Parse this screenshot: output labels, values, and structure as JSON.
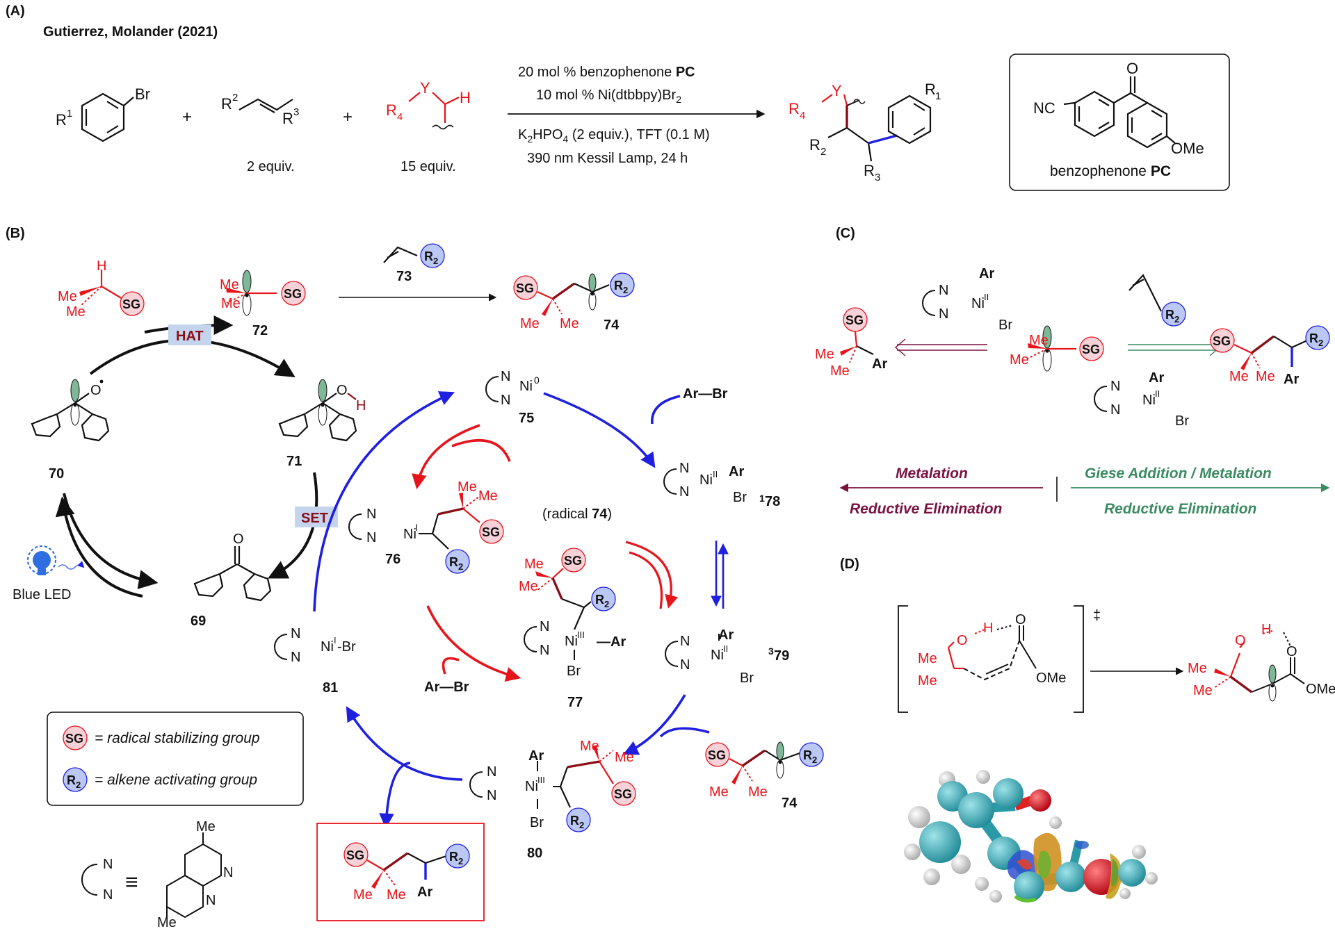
{
  "colors": {
    "red": "#e8141b",
    "blue": "#1f1fe0",
    "dark_red": "#8b0d16",
    "magenta": "#7a1140",
    "green": "#3a8a62",
    "sg_fill": "#f6d2d8",
    "r2_fill": "#bcc8f4",
    "orbital": "#7fb896"
  },
  "panel_a": {
    "label": "(A)",
    "citation": "Gutierrez, Molander (2021)",
    "aryl": {
      "sub": "R",
      "sup": "1",
      "br": "Br"
    },
    "plus": "+",
    "alkene": {
      "r2": "R",
      "r2sup": "2",
      "r3": "R",
      "r3sup": "3",
      "equiv": "2 equiv."
    },
    "hat_donor": {
      "r4": "R",
      "r4sub": "4",
      "y": "Y",
      "h": "H",
      "equiv": "15 equiv."
    },
    "conditions": {
      "line1_pre": "20 mol % benzophenone ",
      "line1_bold": "PC",
      "line2_pre": "10 mol % Ni(dtbbpy)Br",
      "line2_sub": "2",
      "line3_a": "K",
      "line3_sub1": "2",
      "line3_b": "HPO",
      "line3_sub2": "4",
      "line3_c": " (2 equiv.), TFT (0.1 M)",
      "line4": "390 nm Kessil Lamp, 24 h"
    },
    "product": {
      "r4": "R",
      "r4sub": "4",
      "y": "Y",
      "r1": "R",
      "r1sub": "1",
      "r2": "R",
      "r2sub": "2",
      "r3": "R",
      "r3sub": "3"
    },
    "pc_box": {
      "nc": "NC",
      "o": "O",
      "ome": "OMe",
      "caption_pre": "benzophenone ",
      "caption_bold": "PC"
    }
  },
  "panel_b": {
    "label": "(B)",
    "hat": "HAT",
    "set": "SET",
    "blue_led": "Blue LED",
    "sg": "SG",
    "r2": "R",
    "r2sub": "2",
    "me": "Me",
    "h": "H",
    "o": "O",
    "n": "N",
    "ni": "Ni",
    "ar": "Ar",
    "br": "Br",
    "arbr": "Ar—Br",
    "ni_ox": {
      "zero": "0",
      "one": "I",
      "two": "II",
      "three": "III"
    },
    "ni_i_br": "Ni",
    "ni_i_br_tail": "-Br",
    "nums": {
      "c69": "69",
      "c70": "70",
      "c71": "71",
      "c72": "72",
      "c73": "73",
      "c74": "74",
      "c75": "75",
      "c76": "76",
      "c77": "77",
      "c78": "78",
      "c79": "79",
      "c80": "80",
      "c81": "81"
    },
    "sup78": "1",
    "sup79": "3",
    "radical74_pre": "(radical ",
    "radical74_num": "74",
    "radical74_post": ")",
    "legend": {
      "sg_text": "= radical stabilizing group",
      "r2_text": "= alkene activating group"
    },
    "ligand": {
      "me": "Me",
      "n": "N",
      "equiv_sign": "≡"
    }
  },
  "panel_c": {
    "label": "(C)",
    "metalation": "Metalation",
    "reductive_elim_left": "Reductive Elimination",
    "giese": "Giese Addition / Metalation",
    "reductive_elim_right": "Reductive Elimination"
  },
  "panel_d": {
    "label": "(D)",
    "dagger": "‡",
    "me": "Me",
    "o": "O",
    "h": "H",
    "ome": "OMe"
  }
}
